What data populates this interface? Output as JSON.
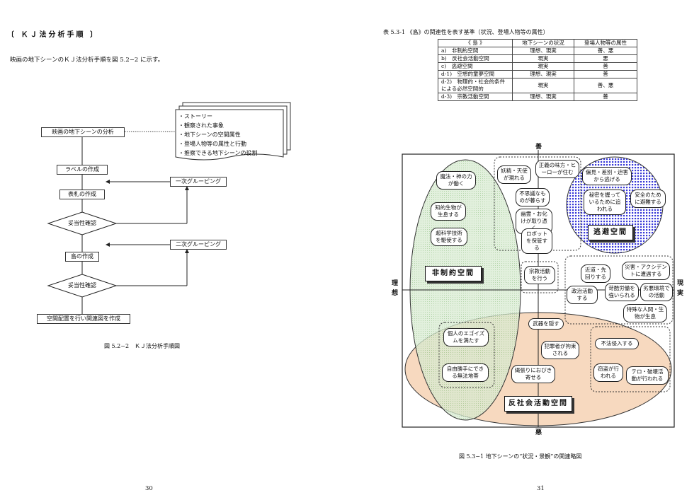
{
  "left_page": {
    "heading": "〔 ＫＪ法分析手順 〕",
    "intro": "映画の地下シーンのＫＪ法分析手順を図 5.2−2 に示す。",
    "flow": {
      "analysis": "映画の地下シーンの分析",
      "label": "ラベルの作成",
      "card": "表札の作成",
      "validate1": "妥当性確認",
      "island": "島の作成",
      "validate2": "妥当性確認",
      "spatial": "空間配置を行い関連図を作成",
      "grouping1": "一次グルーピング",
      "grouping2": "二次グルーピング",
      "doc_items": [
        "・ストーリー",
        "・観察された事象",
        "・地下シーンの空間属性",
        "・登場人物等の属性と行動",
        "・推察できる地下シーンの役割"
      ]
    },
    "caption": "図 5.2−2　ＫＪ法分析手順図",
    "page_number": "30"
  },
  "right_page": {
    "table_title": "表 5.3-1 《島》の関連性を表す基準（状況、登場人物等の属性）",
    "table_headers": [
      "《 島 》",
      "地下シーンの状況",
      "登場人物等の属性"
    ],
    "table_rows": [
      {
        "id": "a)",
        "name": "非制約空間",
        "situation": "理想、現実",
        "attr": "善、悪"
      },
      {
        "id": "b)",
        "name": "反社会活動空間",
        "situation": "現実",
        "attr": "悪"
      },
      {
        "id": "c)",
        "name": "逃避空間",
        "situation": "現実",
        "attr": "善"
      },
      {
        "id": "d-1)",
        "name": "空想的童夢空間",
        "situation": "理想、現実",
        "attr": "善"
      },
      {
        "id": "d-2)",
        "name": "物理的・社会的条件による必然空間的",
        "situation": "現実",
        "attr": "善、悪"
      },
      {
        "id": "d-3)",
        "name": "宗教活動空間",
        "situation": "理想、現実",
        "attr": "善"
      }
    ],
    "axes": {
      "top": "善",
      "bottom": "悪",
      "left": "理想",
      "right": "現実"
    },
    "regions": {
      "nonconstraint": "非制約空間",
      "escape": "逃避空間",
      "antisocial": "反社会活動空間"
    },
    "islands": {
      "magic": "魔法・神の力が働く",
      "intelligent": "知的生物が生息する",
      "supertech": "超科学技術を駆使する",
      "yokai": "妖精・天使が現れる",
      "hero": "正義の味方・ヒーローが住む",
      "mystery": "不思議なものが暮らす",
      "ghost": "幽霊・お化けが取り憑く",
      "robot": "ロボットを保管する",
      "prejudice": "偏見・差別・迫害から逃げる",
      "secret": "秘密を握っているために追われる",
      "safety": "安全のために避難する",
      "religion": "宗教活動を行う",
      "approach": "近道・先回りする",
      "disaster": "災害・アクシデントに遭遇する",
      "politics": "政治活動する",
      "labor": "苛酷労働を強いられる",
      "harsh": "劣悪環境での活動",
      "special": "特殊な人間・生物が生息",
      "weapon": "武器を隠す",
      "ego": "個人のエゴイズムを満たす",
      "criminal": "犯罪者が拘束される",
      "trespass": "不法侵入する",
      "selfish": "自由勝手にできる無法地帯",
      "territory": "縄張りにおびき寄せる",
      "theft": "窃盗が行われる",
      "terror": "テロ・破壊活動が行われる"
    },
    "caption": "図 5.3−1 地下シーンの“状況・景観”の関連略図",
    "page_number": "31",
    "colors": {
      "green": "#cfe6c8",
      "blue": "#3a3ad8",
      "orange": "#f6d2b4"
    }
  }
}
